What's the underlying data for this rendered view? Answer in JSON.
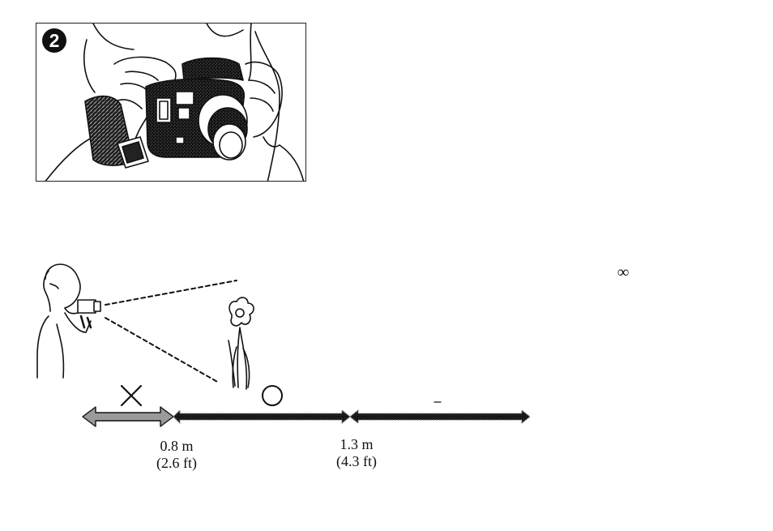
{
  "step": {
    "number": "2"
  },
  "figure_top": {
    "description_icon": "person-holding-camcorder-illustration"
  },
  "figure_bottom": {
    "icons": {
      "wrong_mark": "x-mark-icon",
      "correct_mark": "circle-mark-icon",
      "infinity": "∞"
    },
    "distances": [
      {
        "metric": "0.8 m",
        "imperial": "(2.6 ft)"
      },
      {
        "metric": "1.3 m",
        "imperial": "(4.3 ft)"
      }
    ],
    "colors": {
      "line": "#111111",
      "arrow_fill_dark": "#8a8a8a",
      "arrow_fill_light": "#c8c8c8"
    }
  }
}
